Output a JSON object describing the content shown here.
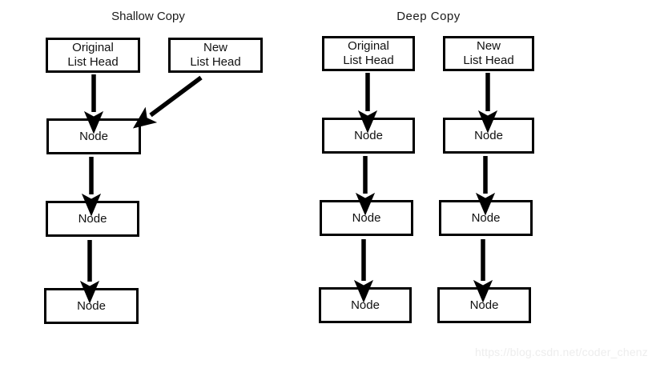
{
  "diagram": {
    "background_color": "#ffffff",
    "stroke_color": "#000000",
    "text_color": "#111111",
    "watermark_color": "#ededed",
    "watermark": "https://blog.csdn.net/coder_chenz"
  },
  "sections": [
    {
      "id": "shallow-copy",
      "title": "Shallow Copy",
      "heads": [
        {
          "id": "original-list-head",
          "label": "Original\nList  Head"
        },
        {
          "id": "new-list-head",
          "label": "New\nList  Head"
        }
      ],
      "nodes": [
        {
          "id": "node-1",
          "label": "Node"
        },
        {
          "id": "node-2",
          "label": "Node"
        },
        {
          "id": "node-3",
          "label": "Node"
        }
      ],
      "arrows": [
        {
          "id": "arrow-original-to-node1",
          "kind": "vertical",
          "from": "original-list-head",
          "to": "node-1"
        },
        {
          "id": "arrow-new-to-node1",
          "kind": "diagonal",
          "from": "new-list-head",
          "to": "node-1"
        },
        {
          "id": "arrow-node1-to-node2",
          "kind": "vertical",
          "from": "node-1",
          "to": "node-2"
        },
        {
          "id": "arrow-node2-to-node3",
          "kind": "vertical",
          "from": "node-2",
          "to": "node-3"
        }
      ]
    },
    {
      "id": "deep-copy",
      "title": "Deep  Copy",
      "heads": [
        {
          "id": "original-list-head",
          "label": "Original\nList  Head"
        },
        {
          "id": "new-list-head",
          "label": "New\nList  Head"
        }
      ],
      "nodes": [
        {
          "id": "original-node-1",
          "label": "Node"
        },
        {
          "id": "original-node-2",
          "label": "Node"
        },
        {
          "id": "original-node-3",
          "label": "Node"
        },
        {
          "id": "new-node-1",
          "label": "Node"
        },
        {
          "id": "new-node-2",
          "label": "Node"
        },
        {
          "id": "new-node-3",
          "label": "Node"
        }
      ],
      "arrows": [
        {
          "id": "arrow-original-to-onode1",
          "kind": "vertical",
          "from": "original-list-head",
          "to": "original-node-1"
        },
        {
          "id": "arrow-onode1-to-onode2",
          "kind": "vertical",
          "from": "original-node-1",
          "to": "original-node-2"
        },
        {
          "id": "arrow-onode2-to-onode3",
          "kind": "vertical",
          "from": "original-node-2",
          "to": "original-node-3"
        },
        {
          "id": "arrow-new-to-nnode1",
          "kind": "vertical",
          "from": "new-list-head",
          "to": "new-node-1"
        },
        {
          "id": "arrow-nnode1-to-nnode2",
          "kind": "vertical",
          "from": "new-node-1",
          "to": "new-node-2"
        },
        {
          "id": "arrow-nnode2-to-nnode3",
          "kind": "vertical",
          "from": "new-node-2",
          "to": "new-node-3"
        }
      ]
    }
  ]
}
